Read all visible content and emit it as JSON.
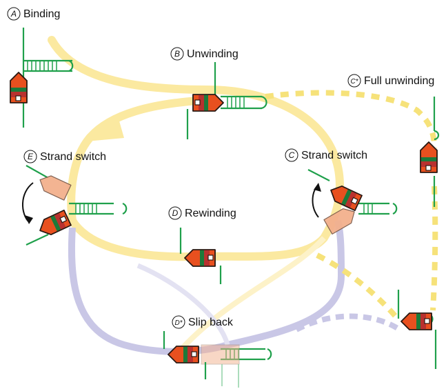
{
  "states": {
    "A": {
      "letter": "A",
      "label": "Binding"
    },
    "B": {
      "letter": "B",
      "label": "Unwinding"
    },
    "C": {
      "letter": "C",
      "label": "Strand switch"
    },
    "Cstar": {
      "letter": "C*",
      "label": "Full unwinding"
    },
    "D": {
      "letter": "D",
      "label": "Rewinding"
    },
    "Dstar": {
      "letter": "D*",
      "label": "Slip back"
    },
    "E": {
      "letter": "E",
      "label": "Strand switch"
    }
  },
  "colors": {
    "main_path": "#fbe9a0",
    "alt_path": "#c9c7e6",
    "helicase": "#e8501f",
    "helicase_ghost": "#f3b08d",
    "dna_strand": "#1fa04b",
    "red_domain": "#b8312f",
    "green_domain": "#1c7a3a"
  }
}
